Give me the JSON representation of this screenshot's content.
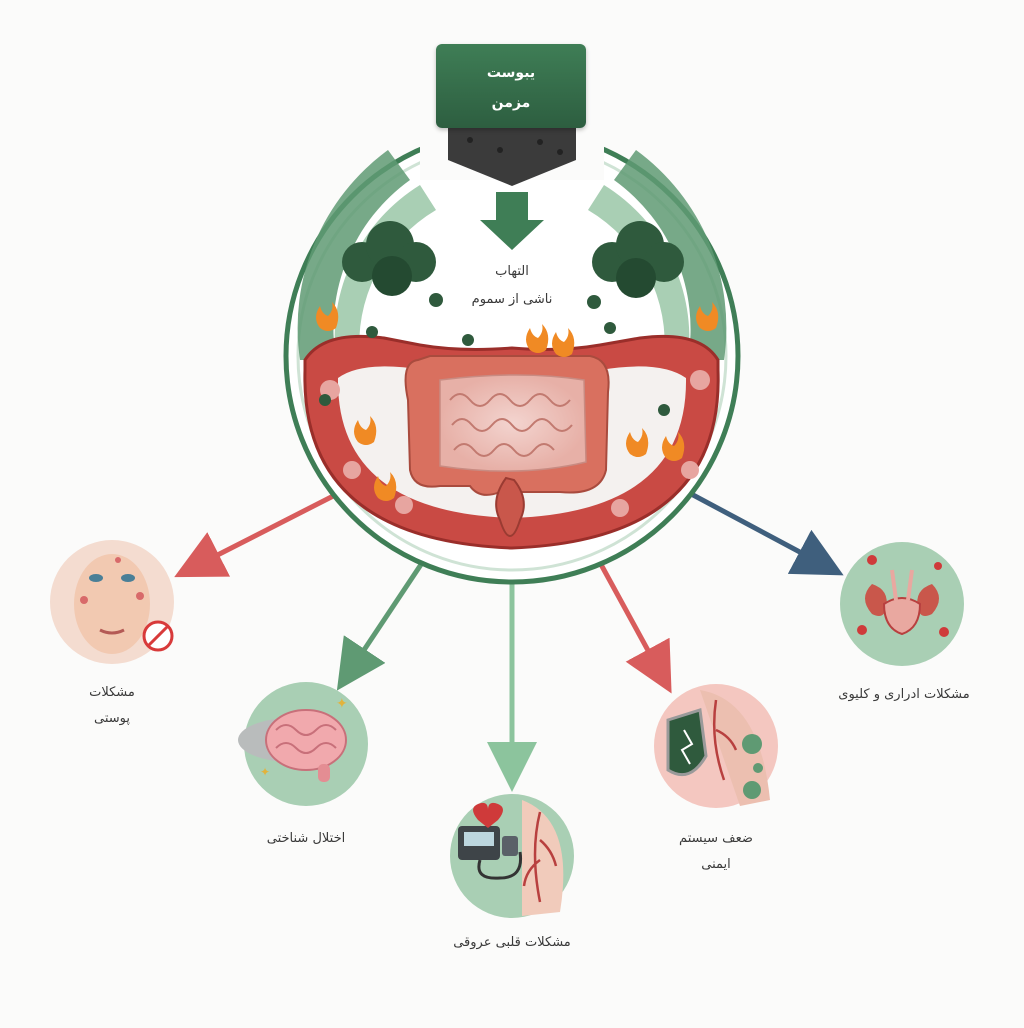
{
  "title": {
    "line1": "یبوست",
    "line2": "مزمن"
  },
  "center": {
    "line1": "التهاب",
    "line2": "ناشی از سموم"
  },
  "outcomes": {
    "skin": {
      "line1": "مشکلات",
      "line2": "پوستی"
    },
    "cognitive": {
      "line1": "اختلال شناختی"
    },
    "cardio": {
      "line1": "مشکلات قلبی عروقی"
    },
    "immune": {
      "line1": "ضعف سیستم",
      "line2": "ایمنی"
    },
    "urinary": {
      "line1": "مشکلات ادراری و کلیوی"
    }
  },
  "colors": {
    "green_dark": "#2e6b45",
    "green_light": "#a9cfb4",
    "red": "#d85c5c",
    "blue": "#3f5f7d",
    "intestine": "#d9705f"
  }
}
